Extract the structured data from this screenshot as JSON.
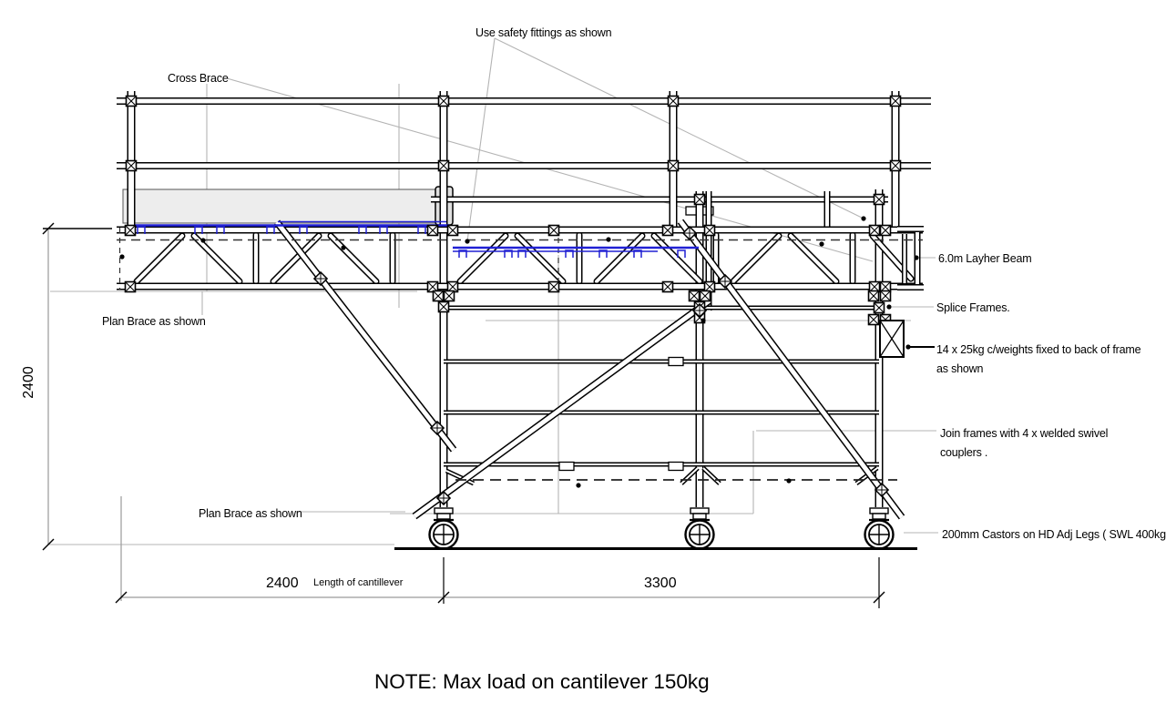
{
  "ann": {
    "safety_fittings": "Use safety fittings as shown",
    "cross_brace": "Cross Brace",
    "layher_beam": "6.0m Layher Beam",
    "splice_frames": "Splice Frames.",
    "counterweights_1": "14 x 25kg c/weights fixed to back of frame",
    "counterweights_2": "as shown",
    "join_frames_1": "Join frames with 4 x welded swivel",
    "join_frames_2": "couplers .",
    "castors": "200mm Castors on HD Adj Legs ( SWL 400kg)",
    "plan_brace_upper": "Plan Brace as shown",
    "plan_brace_lower": "Plan Brace as shown"
  },
  "dims": {
    "height_2400": "2400",
    "cantilever_2400": "2400",
    "cantilever_label": "Length of cantillever",
    "tower_3300": "3300"
  },
  "note": {
    "text": "NOTE: Max load on cantilever 150kg"
  },
  "colors": {
    "fitting_blue": "#2121d4",
    "deck_gray": "#ededed",
    "deck_cap_gray": "#e0e0e0",
    "leader_gray": "#b4b4b4",
    "dim_gray": "#9a9a9a",
    "line_black": "#000000"
  }
}
